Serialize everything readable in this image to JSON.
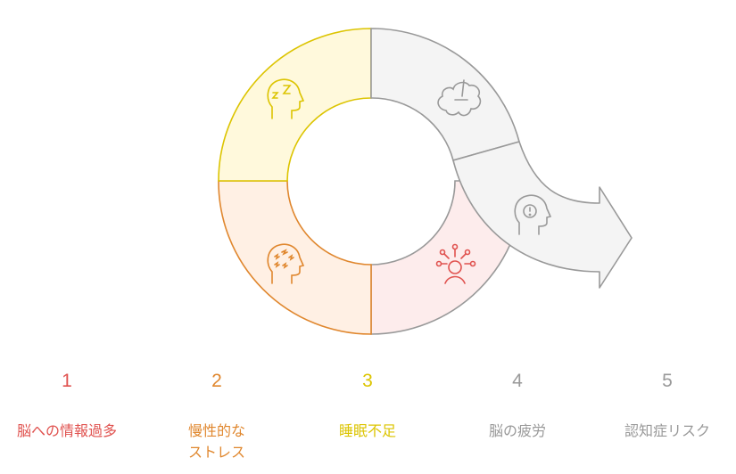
{
  "colors": {
    "red": "#e0524f",
    "orange": "#e0872e",
    "yellow": "#dcc400",
    "gray": "#999999"
  },
  "steps": [
    {
      "number": "1",
      "label": "脳への情報過多",
      "icon": "overwhelmed-person-icon"
    },
    {
      "number": "2",
      "label": "慢性的な",
      "label2": "ストレス",
      "icon": "stressed-head-icon"
    },
    {
      "number": "3",
      "label": "睡眠不足",
      "icon": "sleeping-head-icon"
    },
    {
      "number": "4",
      "label": "脳の疲労",
      "icon": "brain-icon"
    },
    {
      "number": "5",
      "label": "認知症リスク",
      "icon": "alert-head-icon"
    }
  ]
}
